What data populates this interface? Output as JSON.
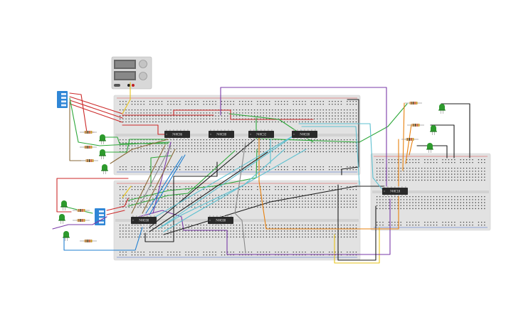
{
  "canvas": {
    "background": "#ffffff"
  },
  "colors": {
    "breadboard": "#e2e2e2",
    "breadboard_edge": "#cfcfcf",
    "hole": "#3c3c3c",
    "rail_red": "#d94040",
    "rail_blue": "#3a64c8",
    "chip_body": "#2a2a2a",
    "led_green": "#2d9a2d",
    "dip_blue": "#2f86d6",
    "psu_body": "#d8d8d8",
    "wire_red": "#cc2a2a",
    "wire_green": "#2ea83a",
    "wire_yellow": "#e6c21a",
    "wire_purple": "#7a3aa8",
    "wire_black": "#1e1e1e",
    "wire_orange": "#e8800e",
    "wire_cyan": "#5ec0d0",
    "wire_blue": "#1f7fd0",
    "wire_brown": "#8a6a3a",
    "wire_gray": "#8a8a8a"
  },
  "chips": [
    {
      "id": "u1",
      "label": "74HC86"
    },
    {
      "id": "u2",
      "label": "74HC08"
    },
    {
      "id": "u3",
      "label": "74HC32"
    },
    {
      "id": "u4",
      "label": "74HC08"
    },
    {
      "id": "u5",
      "label": "74HC08"
    },
    {
      "id": "u6",
      "label": "74HC08"
    },
    {
      "id": "u7",
      "label": "74HC10"
    }
  ],
  "components": {
    "power_supply": "power-supply",
    "dip_switch_count": 2,
    "led_count": 9,
    "resistor_count": 9
  }
}
